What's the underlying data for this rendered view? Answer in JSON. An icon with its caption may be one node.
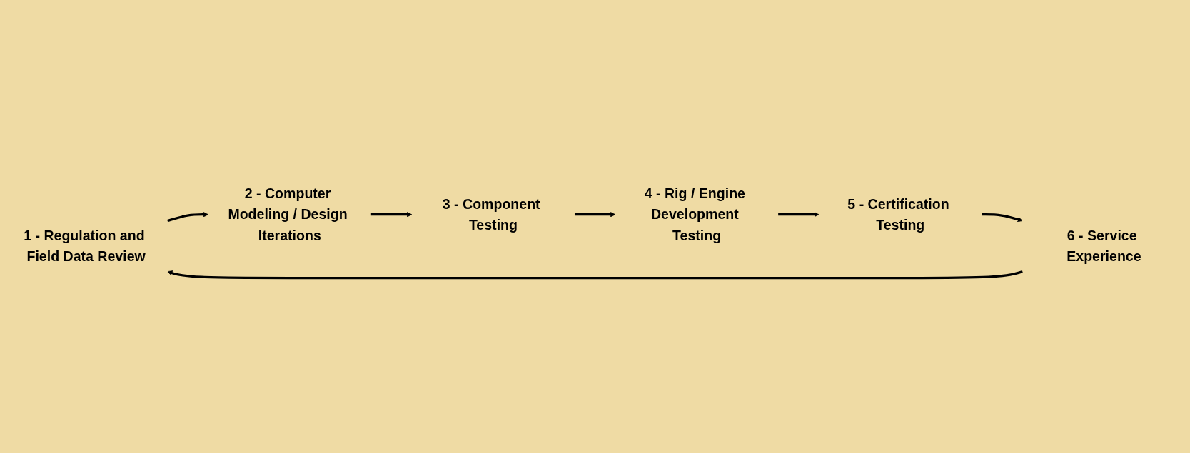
{
  "diagram": {
    "nodes": [
      {
        "text": [
          "1 - Regulation and Field Data Review"
        ]
      },
      {
        "text": [
          "2 - Computer Modeling / Design Iterations"
        ]
      },
      {
        "text": [
          "3 - Component Testing"
        ]
      },
      {
        "text": [
          "4 - Rig / Engine Development Testing"
        ]
      },
      {
        "text": [
          "5 - Certification Testing"
        ]
      },
      {
        "text": [
          "6 - Service Experience"
        ]
      }
    ],
    "edges": [
      {
        "from": 0,
        "to": 1,
        "arrow": "to"
      },
      {
        "from": 1,
        "to": 2,
        "arrow": "to"
      },
      {
        "from": 2,
        "to": 3,
        "arrow": "to"
      },
      {
        "from": 3,
        "to": 4,
        "arrow": "to"
      },
      {
        "from": 4,
        "to": 5,
        "arrow": "to"
      },
      {
        "from": 5,
        "to": 0,
        "arrow": "to"
      }
    ]
  }
}
